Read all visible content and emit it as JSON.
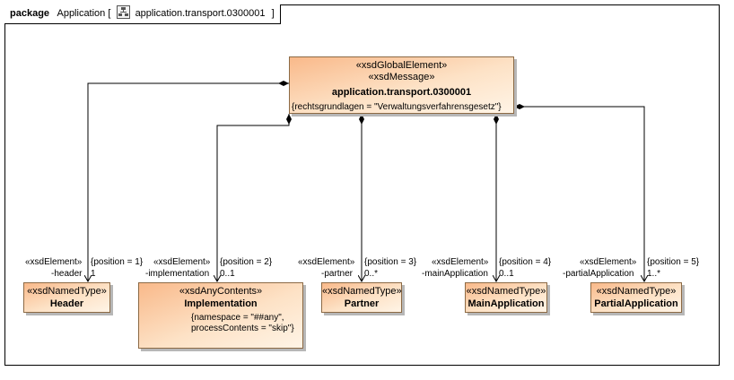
{
  "frame": {
    "keyword": "package",
    "name": "Application",
    "open_bracket": "[",
    "diagram_name": "application.transport.0300001",
    "close_bracket": "]",
    "diagram_icon": "class-diagram-icon"
  },
  "root": {
    "stereotype1": "«xsdGlobalElement»",
    "stereotype2": "«xsdMessage»",
    "name": "application.transport.0300001",
    "tagged_value": "{rechtsgrundlagen = \"Verwaltungsverfahrensgesetz\"}"
  },
  "children": [
    {
      "association_stereotype": "«xsdElement»",
      "position": "{position = 1}",
      "role": "-header",
      "multiplicity": "1",
      "type_stereotype": "«xsdNamedType»",
      "type_name": "Header"
    },
    {
      "association_stereotype": "«xsdElement»",
      "position": "{position = 2}",
      "role": "-implementation",
      "multiplicity": "0..1",
      "type_stereotype": "«xsdAnyContents»",
      "type_name": "Implementation",
      "tagged_line1": "{namespace = \"##any\",",
      "tagged_line2": "processContents = \"skip\"}"
    },
    {
      "association_stereotype": "«xsdElement»",
      "position": "{position = 3}",
      "role": "-partner",
      "multiplicity": "0..*",
      "type_stereotype": "«xsdNamedType»",
      "type_name": "Partner"
    },
    {
      "association_stereotype": "«xsdElement»",
      "position": "{position = 4}",
      "role": "-mainApplication",
      "multiplicity": "0..1",
      "type_stereotype": "«xsdNamedType»",
      "type_name": "MainApplication"
    },
    {
      "association_stereotype": "«xsdElement»",
      "position": "{position = 5}",
      "role": "-partialApplication",
      "multiplicity": "1..*",
      "type_stereotype": "«xsdNamedType»",
      "type_name": "PartialApplication"
    }
  ],
  "colors": {
    "box_gradient_start": "#f9b98a",
    "box_gradient_end": "#fff4e6",
    "box_border": "#8c6a45",
    "line": "#000000"
  }
}
